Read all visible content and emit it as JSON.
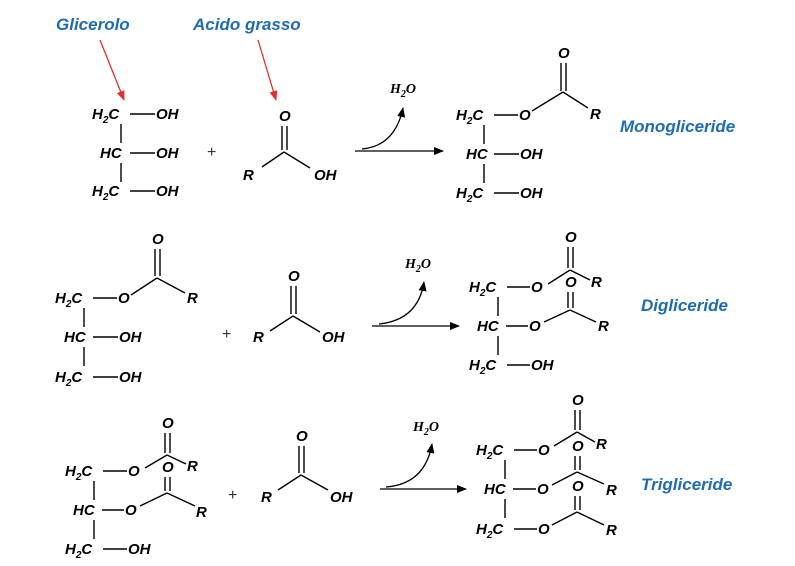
{
  "labels": {
    "glycerol": "Glicerolo",
    "fatty_acid": "Acido grasso",
    "mono": "Monogliceride",
    "di": "Digliceride",
    "tri": "Trigliceride"
  },
  "atoms": {
    "h2c": "H",
    "h2c_sub": "2",
    "h2c_c": "C",
    "hc": "HC",
    "oh": "OH",
    "o": "O",
    "r": "R"
  },
  "water": {
    "h": "H",
    "sub": "2",
    "o": "O"
  },
  "plus": "+",
  "colors": {
    "label": "#1F6CB0",
    "pointer": "#E03030"
  }
}
